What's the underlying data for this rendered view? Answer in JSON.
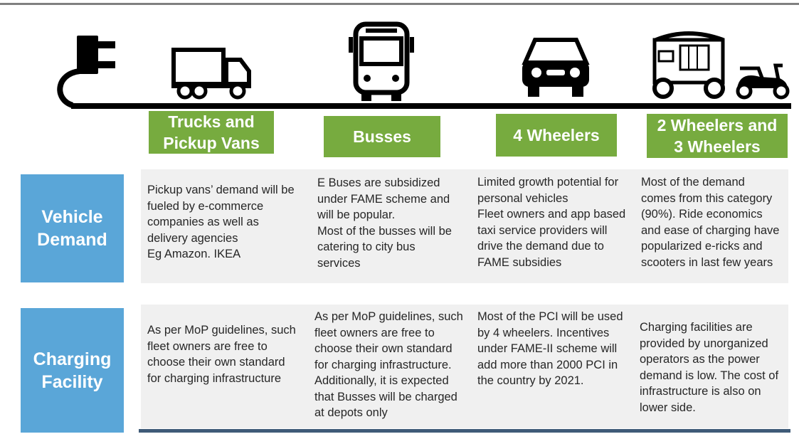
{
  "categories": [
    {
      "id": "trucks",
      "line1": "Trucks and",
      "line2": "Pickup Vans",
      "icon": "truck-icon"
    },
    {
      "id": "busses",
      "line1": "Busses",
      "line2": "",
      "icon": "bus-icon"
    },
    {
      "id": "four-wheelers",
      "line1": "4 Wheelers",
      "line2": "",
      "icon": "car-icon"
    },
    {
      "id": "two-three-wheelers",
      "line1": "2 Wheelers and",
      "line2": "3 Wheelers",
      "icon": "auto-rickshaw-icon"
    }
  ],
  "plug_icon": "plug-icon",
  "scooter_icon": "scooter-icon",
  "rows": [
    {
      "id": "vehicle-demand",
      "head1": "Vehicle",
      "head2": "Demand",
      "cells": [
        [
          "Pickup vans’ demand will be",
          "fueled by e-commerce",
          "companies as well as",
          "delivery agencies",
          "Eg Amazon. IKEA"
        ],
        [
          "E Buses are subsidized",
          "under FAME scheme and",
          "will be popular.",
          "Most of the busses will be",
          "catering to city bus",
          "services"
        ],
        [
          "Limited growth potential for",
          "personal vehicles",
          "Fleet owners and app based",
          "taxi service providers will",
          "drive the demand due to",
          "FAME subsidies"
        ],
        [
          "Most of the demand",
          "comes from this category",
          "(90%). Ride economics",
          "and ease of charging have",
          "popularized e-ricks and",
          "scooters in last few years"
        ]
      ]
    },
    {
      "id": "charging-facility",
      "head1": "Charging",
      "head2": "Facility",
      "cells": [
        [
          "As per MoP guidelines, such",
          "fleet owners are free to",
          "choose their own standard",
          "for charging infrastructure"
        ],
        [
          "As per MoP guidelines, such",
          "fleet owners are free to",
          "choose their own standard",
          "for charging infrastructure.",
          "Additionally, it is expected",
          "that Busses will be charged",
          "at depots only"
        ],
        [
          "Most of the PCI will be used",
          "by 4 wheelers. Incentives",
          "under FAME-II scheme will",
          "add more than 2000 PCI in",
          "the country by 2021."
        ],
        [
          "Charging facilities are",
          "provided by unorganized",
          "operators as the power",
          "demand is low. The cost of",
          "infrastructure is also on",
          "lower side."
        ]
      ]
    }
  ],
  "colors": {
    "category_green": "#77ab3f",
    "row_blue": "#5aa6d8",
    "panel_gray": "#f0f0f0",
    "text": "#262626"
  }
}
